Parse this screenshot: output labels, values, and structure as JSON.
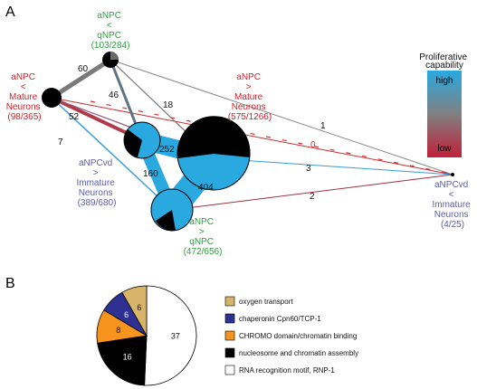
{
  "panel_a": {
    "label": "A",
    "nodes": [
      {
        "id": "aNPC_lt_qNPC_top",
        "lines": [
          "aNPC",
          "<",
          "qNPC",
          "(103/284)"
        ],
        "color": "#2e9e3e"
      },
      {
        "id": "aNPC_lt_mature",
        "lines": [
          "aNPC",
          "<",
          "Mature",
          "Neurons",
          "(98/365)"
        ],
        "color": "#d0202a"
      },
      {
        "id": "aNPC_gt_mature",
        "lines": [
          "aNPC",
          ">",
          "Mature",
          "Neurons",
          "(575/1266)"
        ],
        "color": "#d0202a"
      },
      {
        "id": "aNPCvd_gt_immature",
        "lines": [
          "aNPCvd",
          ">",
          "Immature",
          "Neurons",
          "(389/680)"
        ],
        "color": "#5b5ea6"
      },
      {
        "id": "aNPC_gt_qNPC",
        "lines": [
          "aNPC",
          ">",
          "qNPC",
          "(472/656)"
        ],
        "color": "#2e9e3e"
      },
      {
        "id": "aNPCvd_lt_immature",
        "lines": [
          "aNPCvd",
          "<",
          "Immature",
          "Neurons",
          "(4/25)"
        ],
        "color": "#5b5ea6"
      }
    ],
    "edge_labels": [
      "60",
      "46",
      "18",
      "52",
      "7",
      "252",
      "160",
      "404",
      "1",
      "0",
      "3",
      "2"
    ],
    "legend": {
      "title": [
        "Proliferative",
        "capability"
      ],
      "high": "high",
      "low": "low",
      "colors": {
        "high": "#29a9e0",
        "mid": "#808080",
        "low": "#c0203a"
      }
    }
  },
  "panel_b": {
    "label": "B",
    "chart_data": {
      "type": "pie",
      "values": [
        37,
        16,
        8,
        6,
        6
      ],
      "labels": [
        "37",
        "16",
        "8",
        "6",
        "6"
      ],
      "categories": [
        "RNA recognition motif, RNP-1",
        "nucleosome and chromatin assembly",
        "CHROMO domain/chromatin binding",
        "chaperonin Cpn60/TCP-1",
        "oxygen transport"
      ],
      "colors": [
        "#ffffff",
        "#000000",
        "#f7941d",
        "#2e3192",
        "#d8b46a"
      ]
    },
    "legend": [
      {
        "label": "oxygen transport",
        "color": "#d8b46a"
      },
      {
        "label": "chaperonin Cpn60/TCP-1",
        "color": "#2e3192"
      },
      {
        "label": "CHROMO domain/chromatin binding",
        "color": "#f7941d"
      },
      {
        "label": "nucleosome and chromatin assembly",
        "color": "#000000"
      },
      {
        "label": "RNA recognition motif, RNP-1",
        "color": "#ffffff"
      }
    ]
  }
}
